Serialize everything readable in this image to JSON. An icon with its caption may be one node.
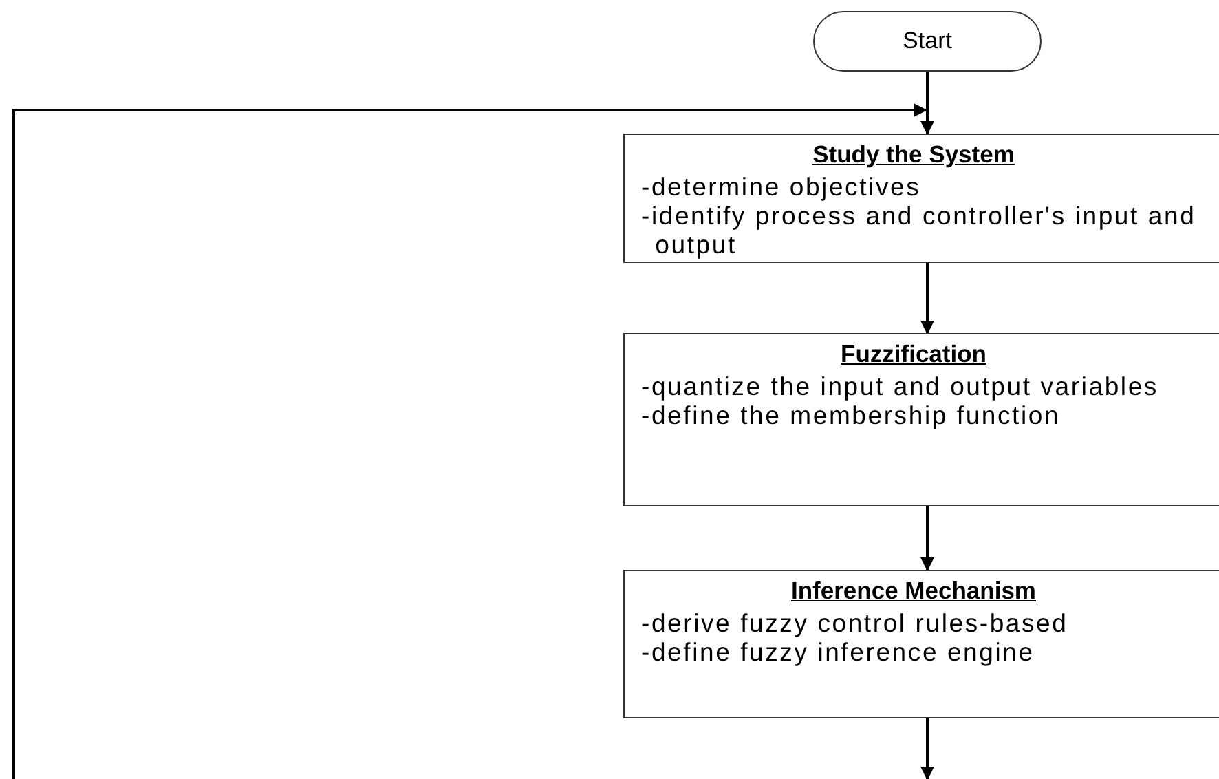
{
  "diagram": {
    "nodes": [
      {
        "text": [
          "Start"
        ]
      },
      {
        "text": [
          "Study the System",
          "-determine objectives",
          "-identify process and controller's input and output"
        ]
      },
      {
        "text": [
          "Fuzzification",
          "-quantize the input and output variables",
          "-define the membership function"
        ]
      },
      {
        "text": [
          "Inference Mechanism",
          "-derive fuzzy control rules-based",
          "-define fuzzy inference engine"
        ]
      }
    ],
    "edges": [
      {
        "from": 0,
        "to": 1,
        "arrow": "to"
      },
      {
        "from": 1,
        "to": 2,
        "arrow": "to"
      },
      {
        "from": 2,
        "to": 3,
        "arrow": "to"
      },
      {
        "from": 3,
        "to": null,
        "arrow": "to"
      },
      {
        "from": null,
        "to": 1,
        "arrow": "to"
      }
    ]
  }
}
